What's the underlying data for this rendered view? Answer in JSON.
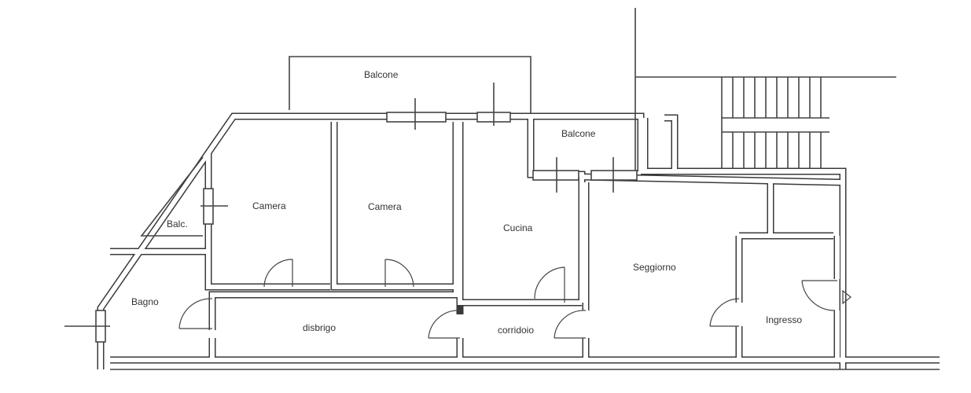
{
  "plan": {
    "rooms": {
      "balcone_top": "Balcone",
      "balcone_right": "Balcone",
      "camera_1": "Camera",
      "camera_2": "Camera",
      "balc": "Balc.",
      "cucina": "Cucina",
      "soggiorno": "Seggiorno",
      "bagno": "Bagno",
      "disbrigo": "disbrigo",
      "corridoio": "corridoio",
      "ingresso": "Ingresso"
    }
  }
}
